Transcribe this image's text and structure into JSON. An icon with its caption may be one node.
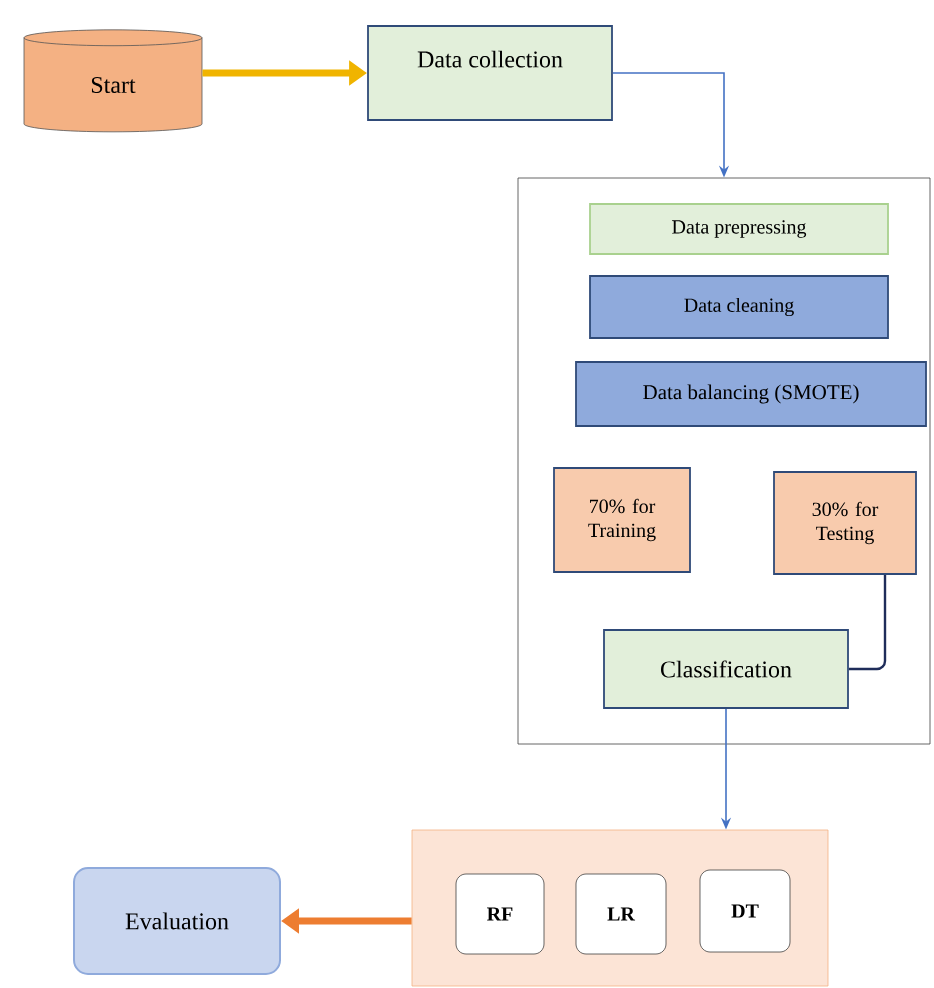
{
  "diagram": {
    "nodes": [
      {
        "text": [
          "Start"
        ]
      },
      {
        "text": [
          "Data collection"
        ]
      },
      {
        "text": [],
        "shape": "box"
      },
      {
        "text": [
          "Data prepressing"
        ],
        "in": 2
      },
      {
        "text": [
          "Data cleaning"
        ],
        "in": 2
      },
      {
        "text": [
          "Data balancing (SMOTE)"
        ],
        "in": 2
      },
      {
        "text": [
          "70% for Training"
        ],
        "in": 2
      },
      {
        "text": [
          "30% for Testing"
        ],
        "in": 2
      },
      {
        "text": [
          "Classification"
        ],
        "in": 2
      },
      {
        "text": [],
        "shape": "box"
      },
      {
        "text": [
          "RF"
        ],
        "in": 9
      },
      {
        "text": [
          "LR"
        ],
        "in": 9
      },
      {
        "text": [
          "DT"
        ],
        "in": 9
      },
      {
        "text": [
          "Evaluation"
        ]
      }
    ],
    "edges": [
      {
        "from": 0,
        "to": 1,
        "arrow": "to",
        "style": "thick",
        "color": "#f0b400"
      },
      {
        "from": 1,
        "to": 2,
        "arrow": "to",
        "color": "#4472c4"
      },
      {
        "from": 7,
        "to": 8,
        "arrow": "none",
        "color": "#1f2d5a"
      },
      {
        "from": 8,
        "to": 9,
        "arrow": "to",
        "color": "#4472c4"
      },
      {
        "from": 9,
        "to": 13,
        "arrow": "to",
        "style": "thick",
        "color": "#ed7d31"
      }
    ]
  }
}
